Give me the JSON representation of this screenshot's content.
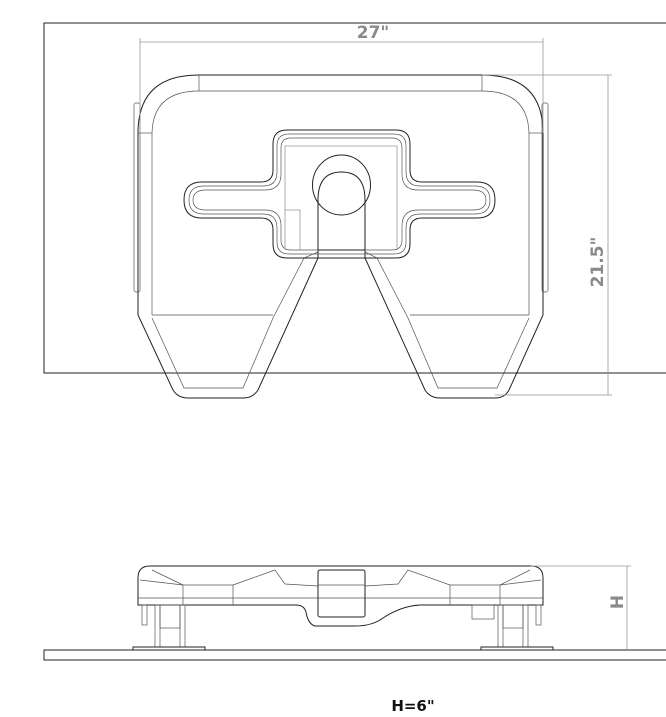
{
  "top_view": {
    "width_label": "27\"",
    "depth_label": "21.5\""
  },
  "side_view": {
    "height_symbol": "H",
    "height_note": "H=6\""
  },
  "colors": {
    "outline": "#222222",
    "dimension": "#8a8a8a",
    "note": "#111111"
  }
}
